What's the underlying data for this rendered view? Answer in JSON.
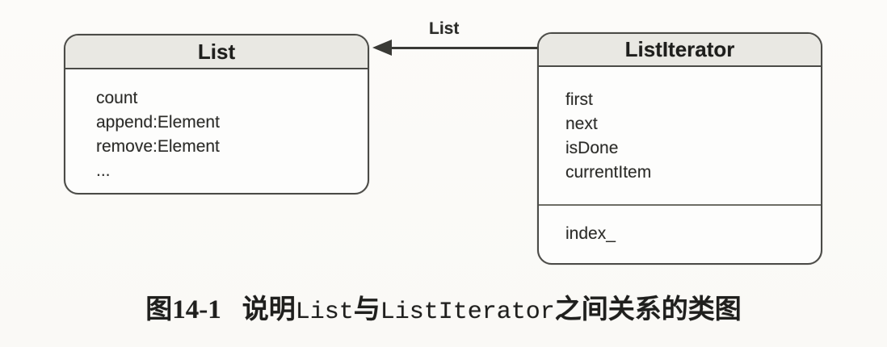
{
  "diagram": {
    "left_class": {
      "name": "List",
      "members": [
        "count",
        "append:Element",
        "remove:Element",
        "..."
      ]
    },
    "right_class": {
      "name": "ListIterator",
      "methods": [
        "first",
        "next",
        "isDone",
        "currentItem"
      ],
      "attributes": [
        "index_"
      ]
    },
    "association": {
      "label": "List",
      "direction": "right-to-left"
    }
  },
  "caption": {
    "figure_label": "图14-1",
    "text_before": "说明",
    "code_1": "List",
    "text_middle": "与",
    "code_2": "ListIterator",
    "text_after": "之间关系的类图"
  },
  "colors": {
    "paper": "#fcfbf9",
    "box_border": "#4b4b47",
    "title_fill": "#e9e8e3",
    "text": "#2b2b28",
    "arrow": "#3a3a36"
  }
}
